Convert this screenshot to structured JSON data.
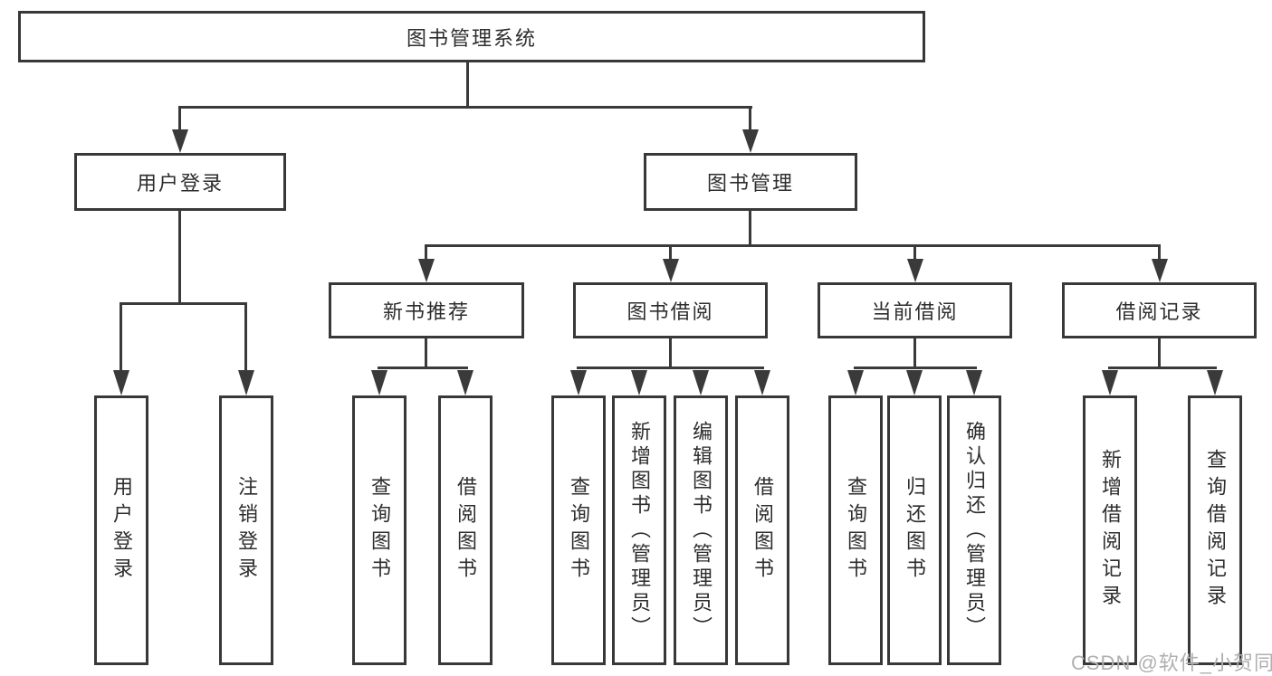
{
  "diagram": {
    "type": "tree",
    "root": {
      "label": "图书管理系统"
    },
    "branches": [
      {
        "label": "用户登录",
        "children": [
          "用户登录",
          "注销登录"
        ]
      },
      {
        "label": "图书管理",
        "children": [
          {
            "label": "新书推荐",
            "children": [
              "查询图书",
              "借阅图书"
            ]
          },
          {
            "label": "图书借阅",
            "children": [
              "查询图书",
              "新增图书（管理员）",
              "编辑图书（管理员）",
              "借阅图书"
            ]
          },
          {
            "label": "当前借阅",
            "children": [
              "查询图书",
              "归还图书",
              "确认归还（管理员）"
            ]
          },
          {
            "label": "借阅记录",
            "children": [
              "新增借阅记录",
              "查询借阅记录"
            ]
          }
        ]
      }
    ]
  },
  "watermark": {
    "text": "CSDN @软件_小贺同学",
    "color": "#b0b0b0"
  },
  "colors": {
    "background": "#ffffff",
    "box_border": "#383838",
    "line": "#3a3a3a",
    "text": "#2d2d2d"
  }
}
